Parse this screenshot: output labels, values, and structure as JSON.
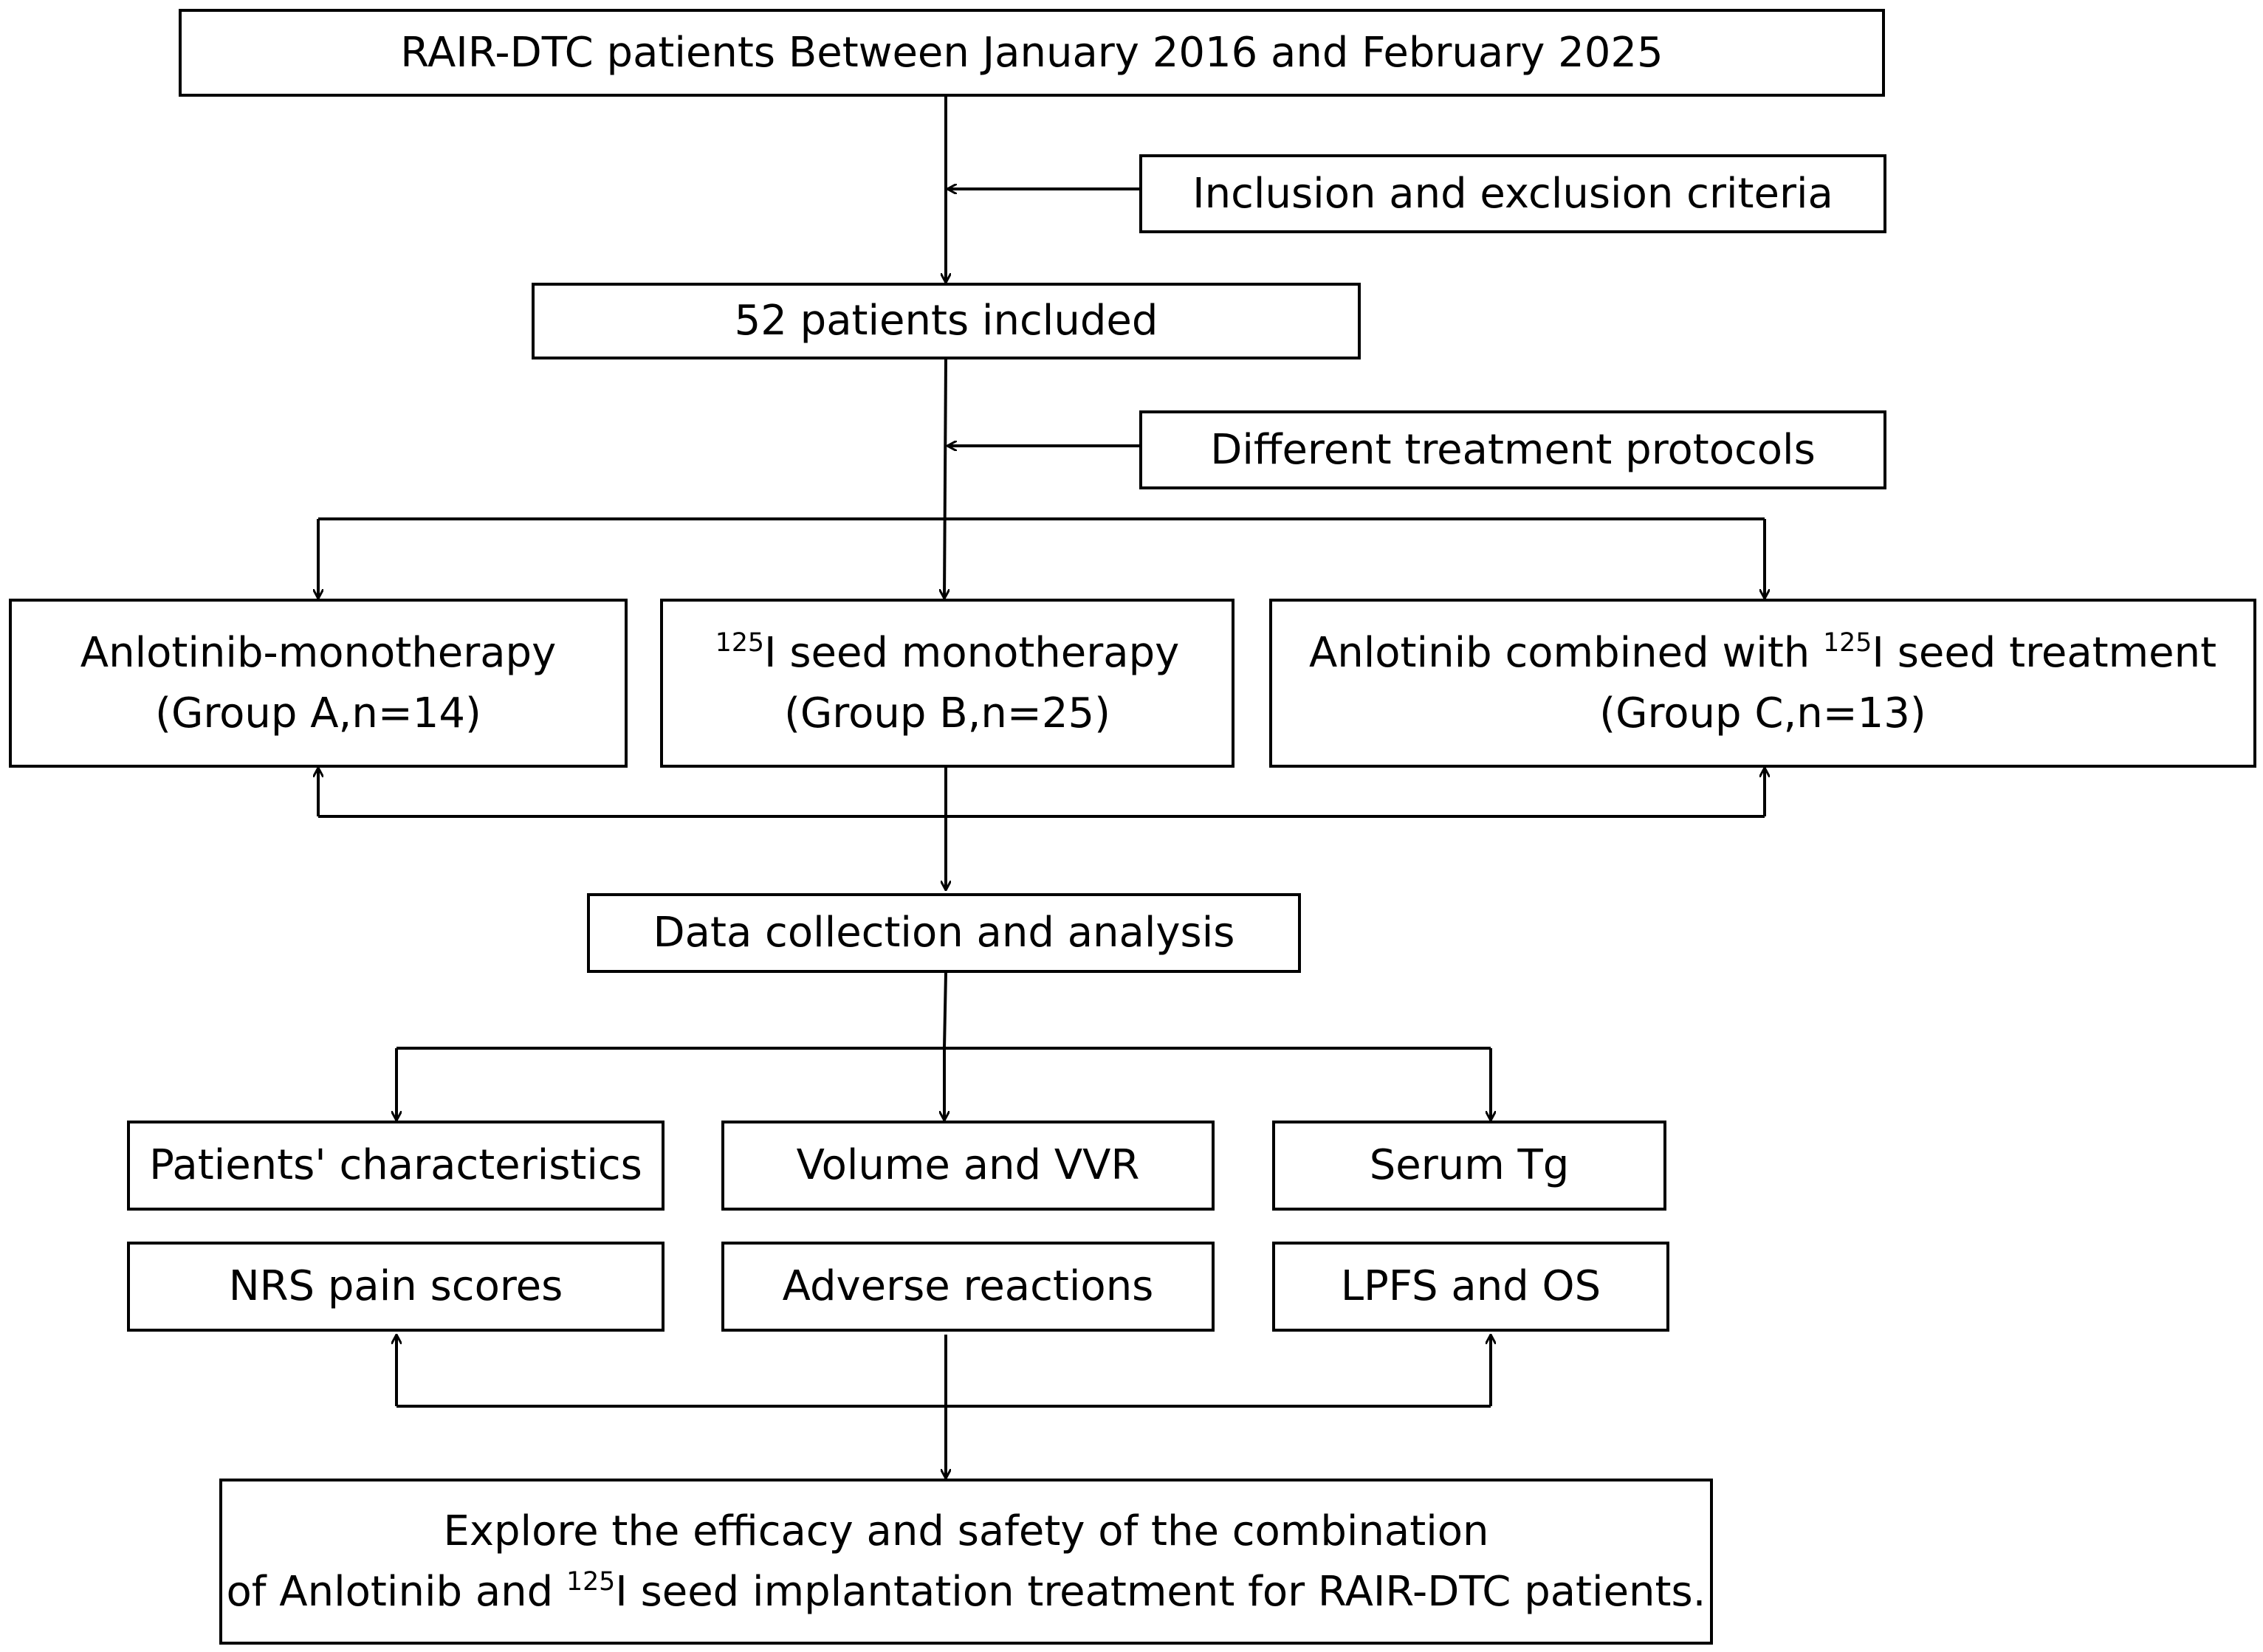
{
  "flowchart": {
    "start": {
      "text": "RAIR-DTC patients Between January 2016 and February 2025"
    },
    "criteria": {
      "text": "Inclusion and exclusion criteria"
    },
    "included": {
      "text": "52 patients included"
    },
    "protocols": {
      "text": "Different treatment protocols"
    },
    "group_a": {
      "line1": "Anlotinib-monotherapy",
      "line2": "(Group A,n=14)"
    },
    "group_b": {
      "iso": "125",
      "line1": "I seed monotherapy",
      "line2": "(Group B,n=25)"
    },
    "group_c": {
      "line1_pre": "Anlotinib combined with ",
      "iso": "125",
      "line1_post": "I seed treatment",
      "line2": "(Group C,n=13)"
    },
    "data": {
      "text": "Data collection and analysis"
    },
    "outcomes": {
      "characteristics": "Patients' characteristics",
      "volume": "Volume and VVR",
      "tg": "Serum Tg",
      "nrs": "NRS pain scores",
      "adverse": "Adverse reactions",
      "lpfs": "LPFS and OS"
    },
    "conclusion": {
      "line1": "Explore the efficacy and safety of the combination",
      "line2_pre": "of Anlotinib and ",
      "iso": "125",
      "line2_post": "I seed implantation treatment for RAIR-DTC patients."
    }
  }
}
